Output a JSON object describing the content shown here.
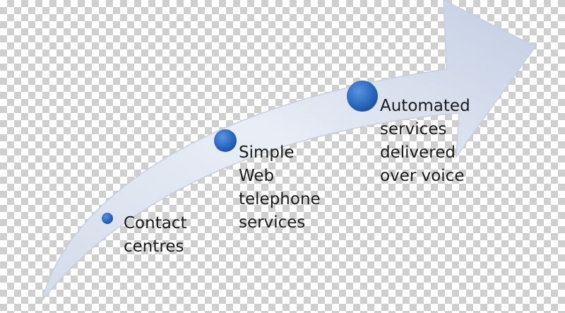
{
  "diagram": {
    "colors": {
      "arrow_light": "#e9eef6",
      "arrow_mid": "#d4dcea",
      "arrow_dark": "#b9c5dc",
      "dot_fill": "#2e6bc2",
      "dot_dark": "#1f4f99",
      "text": "#1a1a1a"
    },
    "stages": [
      {
        "lines": [
          "Contact",
          "centres"
        ]
      },
      {
        "lines": [
          "Simple",
          "Web",
          "telephone",
          "services"
        ]
      },
      {
        "lines": [
          "Automated",
          "services",
          "delivered",
          "over voice"
        ]
      }
    ]
  }
}
